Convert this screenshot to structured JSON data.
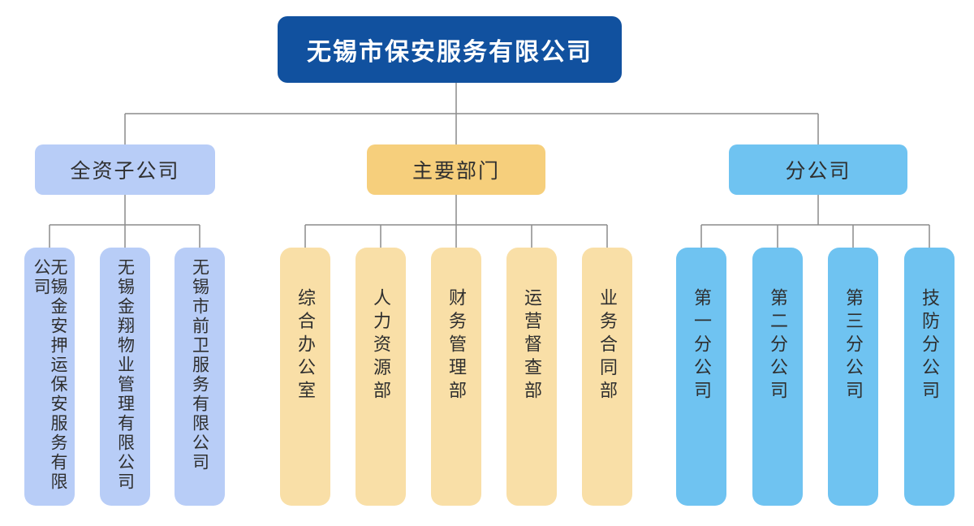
{
  "root": {
    "label": "无锡市保安服务有限公司"
  },
  "groups": [
    {
      "label": "全资子公司",
      "children": [
        "无锡金安押运保安服务有限公司",
        "无锡金翔物业管理有限公司",
        "无锡市前卫服务有限公司"
      ]
    },
    {
      "label": "主要部门",
      "children": [
        "综合办公室",
        "人力资源部",
        "财务管理部",
        "运营督查部",
        "业务合同部"
      ]
    },
    {
      "label": "分公司",
      "children": [
        "第一分公司",
        "第二分公司",
        "第三分公司",
        "技防分公司"
      ]
    }
  ],
  "colors": {
    "root_bg": "#11519F",
    "root_text": "#FFFFFF",
    "subsidiary_fill": "#B8CDF7",
    "department_header_fill": "#F6CF7C",
    "department_fill": "#F9DFA7",
    "branch_fill": "#6FC3F1",
    "connector": "#8C8C8C",
    "text_dark": "#2F2F2F"
  }
}
